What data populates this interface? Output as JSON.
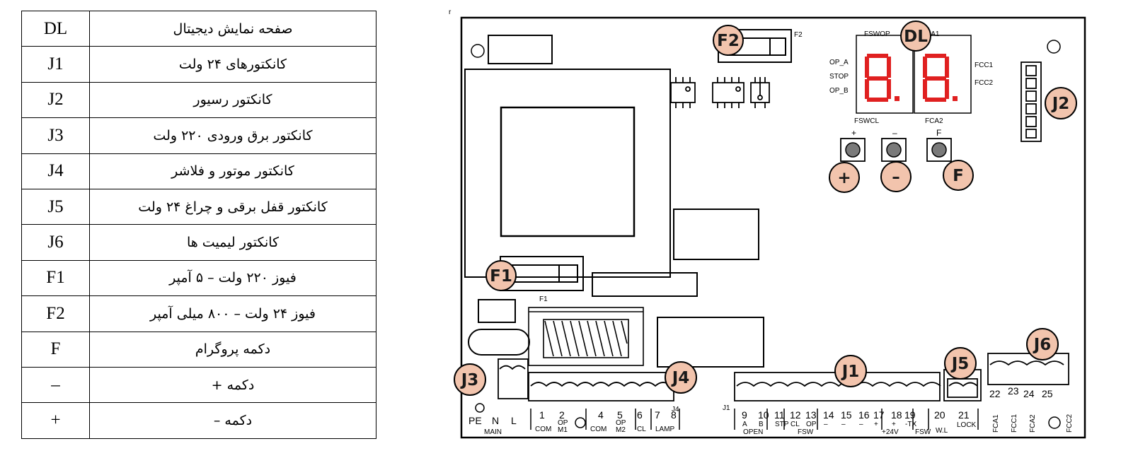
{
  "legend": {
    "rows": [
      {
        "code": "DL",
        "desc": "صفحه نمایش دیجیتال"
      },
      {
        "code": "J1",
        "desc": "کانکتورهای ۲۴ ولت"
      },
      {
        "code": "J2",
        "desc": "کانکتور رسیور"
      },
      {
        "code": "J3",
        "desc": "کانکتور برق ورودی ۲۲۰ ولت"
      },
      {
        "code": "J4",
        "desc": "کانکتور موتور و فلاشر"
      },
      {
        "code": "J5",
        "desc": "کانکتور قفل برقی و چراغ ۲۴ ولت"
      },
      {
        "code": "J6",
        "desc": "کانکتور لیمیت ها"
      },
      {
        "code": "F1",
        "desc": "فیوز ۲۲۰ ولت – ۵ آمپر"
      },
      {
        "code": "F2",
        "desc": "فیوز ۲۴ ولت – ۸۰۰ میلی آمپر"
      },
      {
        "code": "F",
        "desc": "دکمه پروگرام"
      },
      {
        "code": "–",
        "desc": "دکمه +"
      },
      {
        "code": "+",
        "desc": "دکمه –"
      }
    ]
  },
  "board": {
    "bubbles": {
      "F2": "F2",
      "DL": "DL",
      "J2": "J2",
      "plus": "+",
      "minus": "–",
      "F": "F",
      "F1": "F1",
      "J3": "J3",
      "J4": "J4",
      "J1": "J1",
      "J5": "J5",
      "J6": "J6"
    },
    "display": {
      "fswop": "FSWOP",
      "ca1": "CA1",
      "op_a": "OP_A",
      "stop": "STOP",
      "op_b": "OP_B",
      "fcc1": "FCC1",
      "fcc2": "FCC2",
      "fswcl": "FSWCL",
      "fca2": "FCA2"
    },
    "buttons": {
      "plus": "+",
      "minus": "–",
      "f": "F"
    },
    "fuse_labels": {
      "f1": "F1",
      "f2": "F2"
    },
    "connector_labels": {
      "j1": "J1",
      "j4": "J4"
    },
    "terminals": {
      "j3": [
        "PE",
        "N",
        "L"
      ],
      "j3_group": "MAIN",
      "j4_nums": [
        "1",
        "2",
        "4",
        "5",
        "6",
        "7",
        "8"
      ],
      "j4_names": [
        "COM",
        "OP",
        "M1",
        "COM",
        "OP",
        "M2",
        "CL",
        "LAMP"
      ],
      "j1_nums": [
        "9",
        "10",
        "11",
        "12",
        "13",
        "14",
        "15",
        "16",
        "17",
        "18",
        "19"
      ],
      "j1_sub": [
        "A",
        "B",
        "STP",
        "CL",
        "OP",
        "–",
        "–",
        "–",
        "+",
        "+",
        "-TX"
      ],
      "j1_groups": [
        "OPEN",
        "FSW",
        "+24V",
        "FSW"
      ],
      "j5_nums": [
        "20",
        "21"
      ],
      "j5_names": [
        "W.L",
        "LOCK"
      ],
      "j6_nums": [
        "22",
        "23",
        "24",
        "25"
      ],
      "j6_names": [
        "FCA1",
        "FCC1",
        "FCA2",
        "FCC2"
      ]
    },
    "corner_mark": "r"
  }
}
